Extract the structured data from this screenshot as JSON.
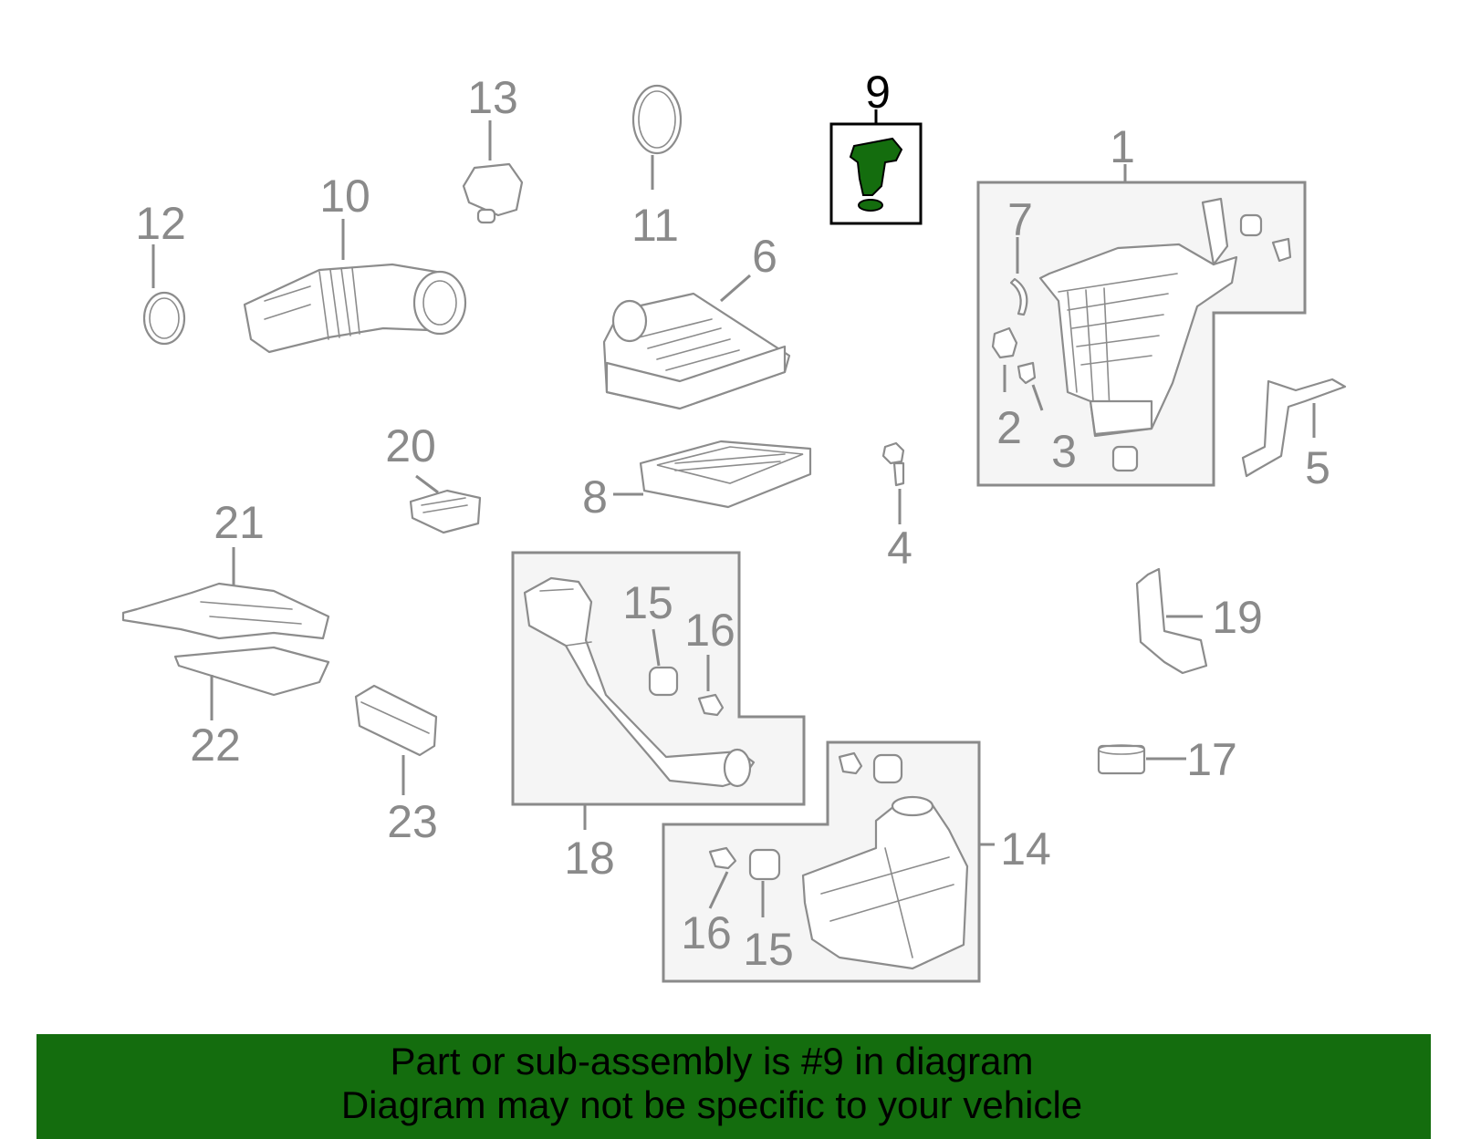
{
  "diagram": {
    "highlighted_part": "9",
    "highlight_color": "#146d0e",
    "labels": [
      {
        "id": "l1",
        "text": "1"
      },
      {
        "id": "l2",
        "text": "2"
      },
      {
        "id": "l3",
        "text": "3"
      },
      {
        "id": "l4",
        "text": "4"
      },
      {
        "id": "l5",
        "text": "5"
      },
      {
        "id": "l6",
        "text": "6"
      },
      {
        "id": "l7",
        "text": "7"
      },
      {
        "id": "l8",
        "text": "8"
      },
      {
        "id": "l9",
        "text": "9"
      },
      {
        "id": "l10",
        "text": "10"
      },
      {
        "id": "l11",
        "text": "11"
      },
      {
        "id": "l12",
        "text": "12"
      },
      {
        "id": "l13",
        "text": "13"
      },
      {
        "id": "l14",
        "text": "14"
      },
      {
        "id": "l15a",
        "text": "15"
      },
      {
        "id": "l15b",
        "text": "15"
      },
      {
        "id": "l16a",
        "text": "16"
      },
      {
        "id": "l16b",
        "text": "16"
      },
      {
        "id": "l17",
        "text": "17"
      },
      {
        "id": "l18",
        "text": "18"
      },
      {
        "id": "l19",
        "text": "19"
      },
      {
        "id": "l20",
        "text": "20"
      },
      {
        "id": "l21",
        "text": "21"
      },
      {
        "id": "l22",
        "text": "22"
      },
      {
        "id": "l23",
        "text": "23"
      }
    ]
  },
  "banner": {
    "line1": "Part or sub-assembly is #9 in diagram",
    "line2": "Diagram may not be specific to your vehicle",
    "background": "#146d0e"
  }
}
